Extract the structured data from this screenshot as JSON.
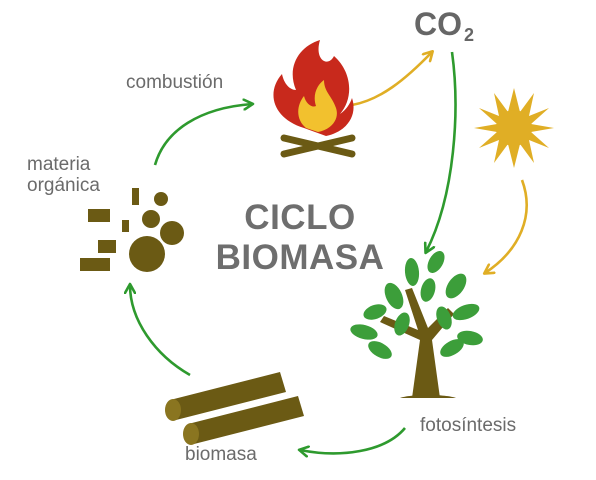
{
  "title": {
    "line1": "CICLO",
    "line2": "BIOMASA"
  },
  "labels": {
    "combustion": "combustión",
    "co2_main": "CO",
    "co2_sub": "2",
    "materia_line1": "materia",
    "materia_line2": "orgánica",
    "biomasa": "biomasa",
    "fotosintesis": "fotosíntesis"
  },
  "colors": {
    "green_arrow": "#2e9a2e",
    "yellow_arrow": "#e0ae25",
    "flame_red": "#c8291c",
    "flame_yellow": "#f2c12e",
    "brown": "#6b5a14",
    "leaf_green": "#3c9e3a",
    "sun_yellow": "#e0ae25",
    "text_gray": "#6b6b6b"
  },
  "icons": [
    "fire-icon",
    "sun-icon",
    "tree-icon",
    "logs-icon",
    "organic-matter-icon"
  ]
}
